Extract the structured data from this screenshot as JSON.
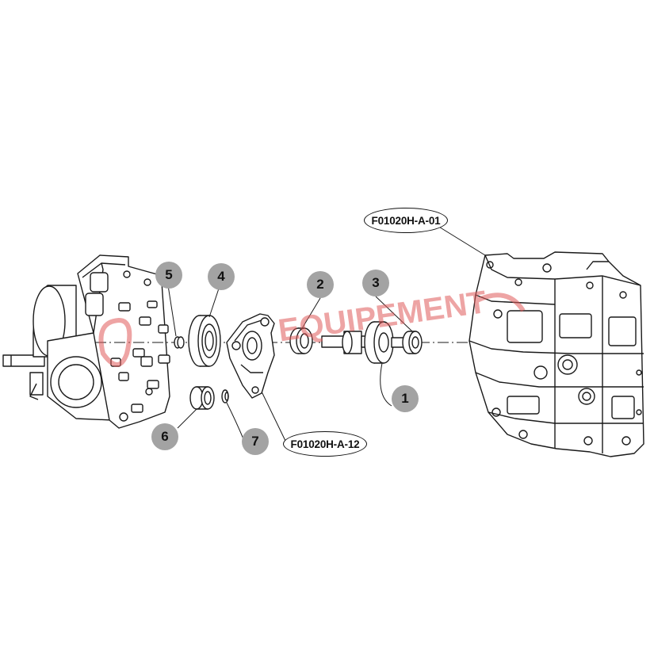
{
  "diagram": {
    "part_numbers": [
      {
        "id": "housing",
        "label": "F01020H-A-01"
      },
      {
        "id": "cover",
        "label": "F01020H-A-12"
      }
    ],
    "callouts": [
      "1",
      "2",
      "3",
      "4",
      "5",
      "6",
      "7"
    ],
    "watermark": {
      "text": "EQUIPEMENT",
      "color": "#e05a5a"
    },
    "colors": {
      "line": "#1a1a1a",
      "badge": "#a3a3a3",
      "background": "#ffffff"
    }
  }
}
